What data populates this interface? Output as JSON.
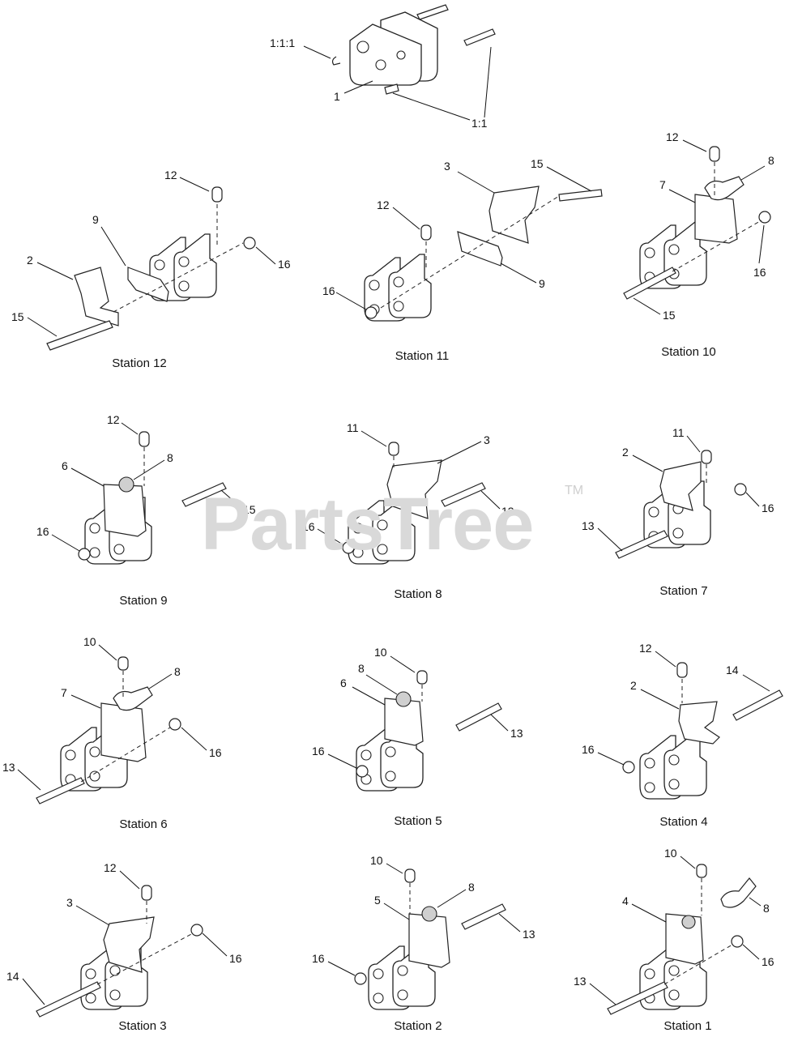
{
  "watermark": {
    "text": "PartsTree",
    "tm": "TM"
  },
  "top_assembly": {
    "labels": [
      "1:1:1",
      "1",
      "1:1"
    ]
  },
  "stations": [
    {
      "caption": "Station 12",
      "callouts": [
        "12",
        "9",
        "2",
        "16",
        "15"
      ]
    },
    {
      "caption": "Station 11",
      "callouts": [
        "3",
        "15",
        "12",
        "16",
        "9"
      ]
    },
    {
      "caption": "Station 10",
      "callouts": [
        "12",
        "8",
        "7",
        "16",
        "15"
      ]
    },
    {
      "caption": "Station 9",
      "callouts": [
        "12",
        "6",
        "8",
        "15",
        "16"
      ]
    },
    {
      "caption": "Station 8",
      "callouts": [
        "11",
        "3",
        "16",
        "13"
      ]
    },
    {
      "caption": "Station 7",
      "callouts": [
        "11",
        "2",
        "16",
        "13"
      ]
    },
    {
      "caption": "Station 6",
      "callouts": [
        "10",
        "8",
        "7",
        "16",
        "13"
      ]
    },
    {
      "caption": "Station 5",
      "callouts": [
        "10",
        "8",
        "6",
        "13",
        "16"
      ]
    },
    {
      "caption": "Station 4",
      "callouts": [
        "12",
        "14",
        "2",
        "16"
      ]
    },
    {
      "caption": "Station 3",
      "callouts": [
        "12",
        "3",
        "16",
        "14"
      ]
    },
    {
      "caption": "Station 2",
      "callouts": [
        "10",
        "8",
        "5",
        "13",
        "16"
      ]
    },
    {
      "caption": "Station 1",
      "callouts": [
        "10",
        "4",
        "8",
        "16",
        "13"
      ]
    }
  ]
}
